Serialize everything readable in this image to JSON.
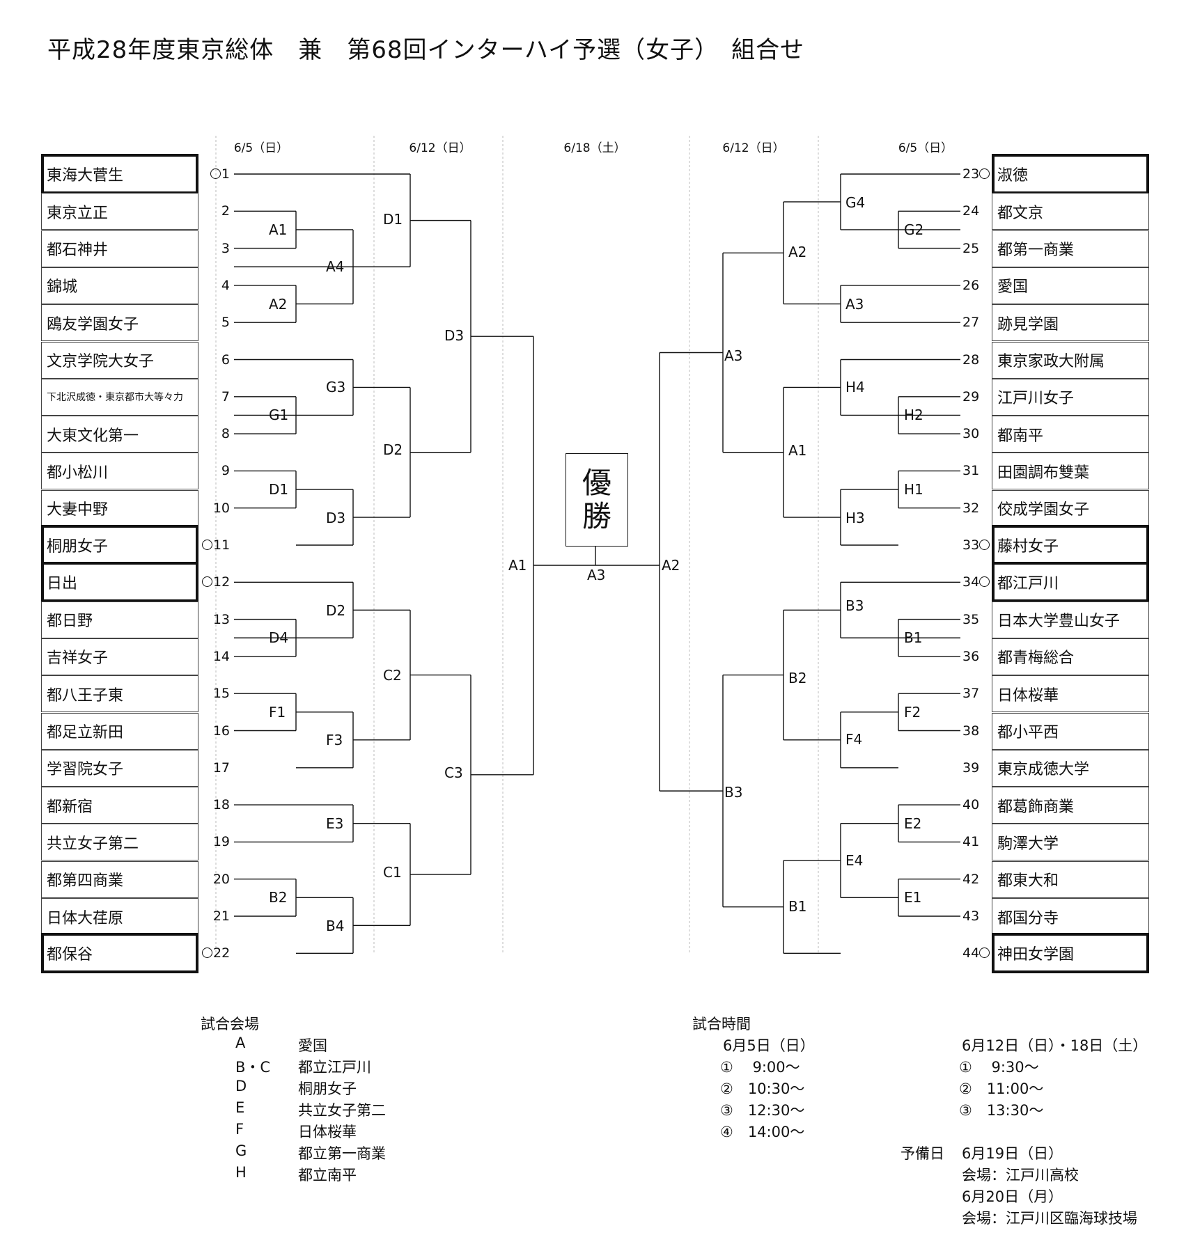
{
  "title": "平成28年度東京総体　兼　第68回インターハイ予選（女子）　組合せ",
  "dates": {
    "left_r1": "6/5（日）",
    "left_r2": "6/12（日）",
    "final": "6/18（土）",
    "right_r2": "6/12（日）",
    "right_r1": "6/5（日）"
  },
  "champion": [
    "優",
    "勝"
  ],
  "left_teams": [
    {
      "num": "1",
      "name": "東海大菅生",
      "seed": true
    },
    {
      "num": "2",
      "name": "東京立正",
      "seed": false
    },
    {
      "num": "3",
      "name": "都石神井",
      "seed": false
    },
    {
      "num": "4",
      "name": "錦城",
      "seed": false
    },
    {
      "num": "5",
      "name": "鴎友学園女子",
      "seed": false
    },
    {
      "num": "6",
      "name": "文京学院大女子",
      "seed": false
    },
    {
      "num": "7",
      "name": "下北沢成徳・東京都市大等々力",
      "seed": false,
      "small": true
    },
    {
      "num": "8",
      "name": "大東文化第一",
      "seed": false
    },
    {
      "num": "9",
      "name": "都小松川",
      "seed": false
    },
    {
      "num": "10",
      "name": "大妻中野",
      "seed": false
    },
    {
      "num": "11",
      "name": "桐朋女子",
      "seed": true
    },
    {
      "num": "12",
      "name": "日出",
      "seed": true
    },
    {
      "num": "13",
      "name": "都日野",
      "seed": false
    },
    {
      "num": "14",
      "name": "吉祥女子",
      "seed": false
    },
    {
      "num": "15",
      "name": "都八王子東",
      "seed": false
    },
    {
      "num": "16",
      "name": "都足立新田",
      "seed": false
    },
    {
      "num": "17",
      "name": "学習院女子",
      "seed": false
    },
    {
      "num": "18",
      "name": "都新宿",
      "seed": false
    },
    {
      "num": "19",
      "name": "共立女子第二",
      "seed": false
    },
    {
      "num": "20",
      "name": "都第四商業",
      "seed": false
    },
    {
      "num": "21",
      "name": "日体大荏原",
      "seed": false
    },
    {
      "num": "22",
      "name": "都保谷",
      "seed": true
    }
  ],
  "right_teams": [
    {
      "num": "23",
      "name": "淑徳",
      "seed": true
    },
    {
      "num": "24",
      "name": "都文京",
      "seed": false
    },
    {
      "num": "25",
      "name": "都第一商業",
      "seed": false
    },
    {
      "num": "26",
      "name": "愛国",
      "seed": false
    },
    {
      "num": "27",
      "name": "跡見学園",
      "seed": false
    },
    {
      "num": "28",
      "name": "東京家政大附属",
      "seed": false
    },
    {
      "num": "29",
      "name": "江戸川女子",
      "seed": false
    },
    {
      "num": "30",
      "name": "都南平",
      "seed": false
    },
    {
      "num": "31",
      "name": "田園調布雙葉",
      "seed": false
    },
    {
      "num": "32",
      "name": "佼成学園女子",
      "seed": false
    },
    {
      "num": "33",
      "name": "藤村女子",
      "seed": true
    },
    {
      "num": "34",
      "name": "都江戸川",
      "seed": true
    },
    {
      "num": "35",
      "name": "日本大学豊山女子",
      "seed": false
    },
    {
      "num": "36",
      "name": "都青梅総合",
      "seed": false
    },
    {
      "num": "37",
      "name": "日体桜華",
      "seed": false
    },
    {
      "num": "38",
      "name": "都小平西",
      "seed": false
    },
    {
      "num": "39",
      "name": "東京成徳大学",
      "seed": false
    },
    {
      "num": "40",
      "name": "都葛飾商業",
      "seed": false
    },
    {
      "num": "41",
      "name": "駒澤大学",
      "seed": false
    },
    {
      "num": "42",
      "name": "都東大和",
      "seed": false
    },
    {
      "num": "43",
      "name": "都国分寺",
      "seed": false
    },
    {
      "num": "44",
      "name": "神田女学園",
      "seed": true
    }
  ],
  "match_labels": {
    "L_A1": "A1",
    "L_A2": "A2",
    "L_A4": "A4",
    "L_D1a": "D1",
    "L_G1": "G1",
    "L_G3": "G3",
    "L_D1b": "D1",
    "L_D3a": "D3",
    "L_D2a": "D2",
    "L_D4": "D4",
    "L_F1": "F1",
    "L_F3": "F3",
    "L_E3": "E3",
    "L_B2": "B2",
    "L_B4": "B4",
    "L_D2b": "D2",
    "L_D3b": "D3",
    "L_C2": "C2",
    "L_C1": "C1",
    "L_C3": "C3",
    "L_A1f": "A1",
    "final": "A3",
    "R_G4": "G4",
    "R_G2": "G2",
    "R_A3a": "A3",
    "R_H4": "H4",
    "R_H2": "H2",
    "R_H1": "H1",
    "R_H3": "H3",
    "R_B3a": "B3",
    "R_B1a": "B1",
    "R_F2": "F2",
    "R_F4": "F4",
    "R_E2": "E2",
    "R_E4": "E4",
    "R_E1": "E1",
    "R_A2": "A2",
    "R_A1": "A1",
    "R_B2": "B2",
    "R_B1b": "B1",
    "R_A3b": "A3",
    "R_B3b": "B3",
    "R_A2f": "A2"
  },
  "venues": {
    "heading": "試合会場",
    "rows": [
      {
        "code": "A",
        "place": "愛国"
      },
      {
        "code": "B・C",
        "place": "都立江戸川"
      },
      {
        "code": "D",
        "place": "桐朋女子"
      },
      {
        "code": "E",
        "place": "共立女子第二"
      },
      {
        "code": "F",
        "place": "日体桜華"
      },
      {
        "code": "G",
        "place": "都立第一商業"
      },
      {
        "code": "H",
        "place": "都立南平"
      }
    ]
  },
  "times": {
    "heading": "試合時間",
    "day1_label": "6月5日（日）",
    "day1": [
      "①　 9:00～",
      "②　10:30～",
      "③　12:30～",
      "④　14:00～"
    ],
    "day2_label": "6月12日（日）・18日（土）",
    "day2": [
      "①　 9:30～",
      "②　11:00～",
      "③　13:30～"
    ]
  },
  "reserve": {
    "label": "予備日",
    "date1": "6月19日（日）",
    "venue1": "会場：江戸川高校",
    "date2": "6月20日（月）",
    "venue2": "会場：江戸川区臨海球技場"
  }
}
